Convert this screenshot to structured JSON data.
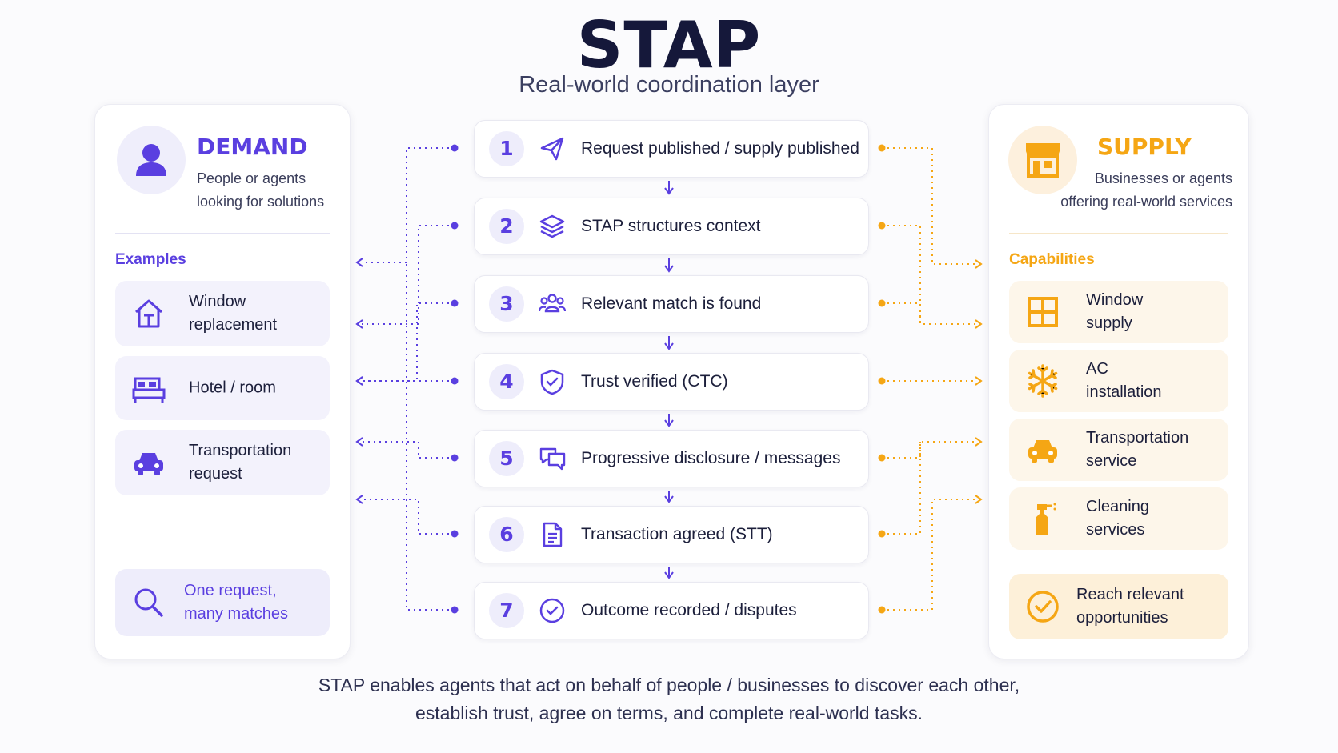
{
  "header": {
    "title": "STAP",
    "subtitle": "Real-world coordination layer"
  },
  "demand": {
    "title": "DEMAND",
    "desc_line1": "People or agents",
    "desc_line2": "looking for solutions",
    "section": "Examples",
    "items": [
      {
        "line1": "Window",
        "line2": "replacement",
        "icon": "house-icon"
      },
      {
        "line1": "Hotel / room",
        "line2": "",
        "icon": "bed-icon"
      },
      {
        "line1": "Transportation",
        "line2": "request",
        "icon": "car-icon"
      }
    ],
    "bottom": {
      "line1": "One request,",
      "line2": "many matches",
      "icon": "search-icon"
    },
    "color": "#5a3fe0"
  },
  "supply": {
    "title": "SUPPLY",
    "desc_line1": "Businesses or agents",
    "desc_line2": "offering real-world services",
    "section": "Capabilities",
    "items": [
      {
        "line1": "Window",
        "line2": "supply",
        "icon": "window-icon"
      },
      {
        "line1": "AC",
        "line2": "installation",
        "icon": "snowflake-icon"
      },
      {
        "line1": "Transportation",
        "line2": "service",
        "icon": "car-icon"
      },
      {
        "line1": "Cleaning",
        "line2": "services",
        "icon": "spray-bottle-icon"
      }
    ],
    "bottom": {
      "line1": "Reach relevant",
      "line2": "opportunities",
      "icon": "check-circle-icon"
    },
    "color": "#f5a614"
  },
  "steps": [
    {
      "num": "1",
      "label": "Request published / supply published",
      "icon": "paper-plane-icon"
    },
    {
      "num": "2",
      "label": "STAP structures context",
      "icon": "layers-icon"
    },
    {
      "num": "3",
      "label": "Relevant match is found",
      "icon": "people-icon"
    },
    {
      "num": "4",
      "label": "Trust verified (CTC)",
      "icon": "shield-check-icon"
    },
    {
      "num": "5",
      "label": "Progressive disclosure / messages",
      "icon": "chat-bubbles-icon"
    },
    {
      "num": "6",
      "label": "Transaction agreed (STT)",
      "icon": "document-icon"
    },
    {
      "num": "7",
      "label": "Outcome recorded / disputes",
      "icon": "check-circle-icon"
    }
  ],
  "footer": {
    "line1": "STAP enables agents that act on behalf of people / businesses to discover each other,",
    "line2": "establish trust, agree on terms, and complete real-world tasks."
  }
}
